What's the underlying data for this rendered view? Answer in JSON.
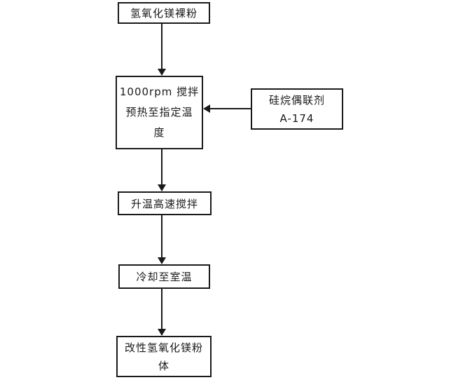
{
  "diagram": {
    "type": "flowchart",
    "nodes": [
      {
        "id": "raw-powder",
        "label": "氢氧化镁裸粉"
      },
      {
        "id": "stir-preheat",
        "label": "1000rpm 搅拌\n预热至指定温\n度"
      },
      {
        "id": "coupling-agent",
        "label": "硅烷偶联剂\nA-174"
      },
      {
        "id": "heat-stir",
        "label": "升温高速搅拌"
      },
      {
        "id": "cool",
        "label": "冷却至室温"
      },
      {
        "id": "modified-powder",
        "label": "改性氢氧化镁粉\n体"
      }
    ],
    "edges": [
      {
        "from": "raw-powder",
        "to": "stir-preheat"
      },
      {
        "from": "coupling-agent",
        "to": "stir-preheat"
      },
      {
        "from": "stir-preheat",
        "to": "heat-stir"
      },
      {
        "from": "heat-stir",
        "to": "cool"
      },
      {
        "from": "cool",
        "to": "modified-powder"
      }
    ],
    "colors": {
      "line": "#1a1a1a",
      "background": "#ffffff"
    }
  }
}
